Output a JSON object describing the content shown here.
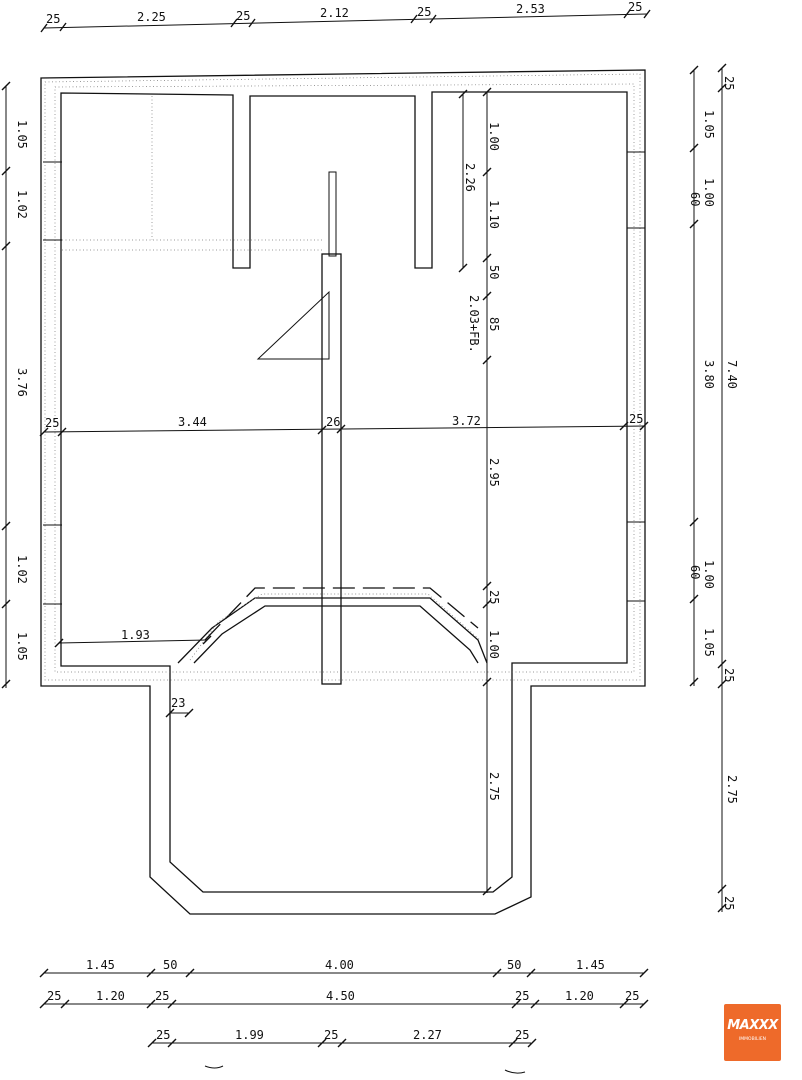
{
  "plan": {
    "top_dimensions": [
      "25",
      "2.25",
      "25",
      "2.12",
      "25",
      "2.53",
      "25"
    ],
    "left_dimensions": [
      "1.05",
      "1.02",
      "3.76",
      "1.02",
      "1.05"
    ],
    "right_inner_dimensions": [
      "1.05",
      "60",
      "1.00",
      "3.80",
      "1.00",
      "60",
      "1.05"
    ],
    "right_outer_dimensions": [
      "25",
      "7.40",
      "25",
      "2.75",
      "25"
    ],
    "interior_labels": {
      "h_25_left": "25",
      "h_3_44": "3.44",
      "h_26": "26",
      "h_3_72": "3.72",
      "h_25_right": "25",
      "v_1_00": "1.00",
      "v_1_10": "1.10",
      "v_50": "50",
      "v_85": "85",
      "v_2_26": "2.26",
      "v_2_03_fb": "2.03+FB.",
      "v_2_95": "2.95",
      "v_25": "25",
      "v_1_00_b": "1.00",
      "v_2_75": "2.75",
      "h_1_93": "1.93",
      "h_23": "23"
    },
    "bottom_row_1": [
      "1.45",
      "50",
      "4.00",
      "50",
      "1.45"
    ],
    "bottom_row_2": [
      "25",
      "1.20",
      "25",
      "4.50",
      "25",
      "1.20",
      "25"
    ],
    "bottom_row_3": [
      "25",
      "1.99",
      "25",
      "2.27",
      "25"
    ]
  },
  "logo": {
    "word": "MAXXX",
    "sub": "IMMOBILIEN",
    "color": "#ee6a2a"
  }
}
